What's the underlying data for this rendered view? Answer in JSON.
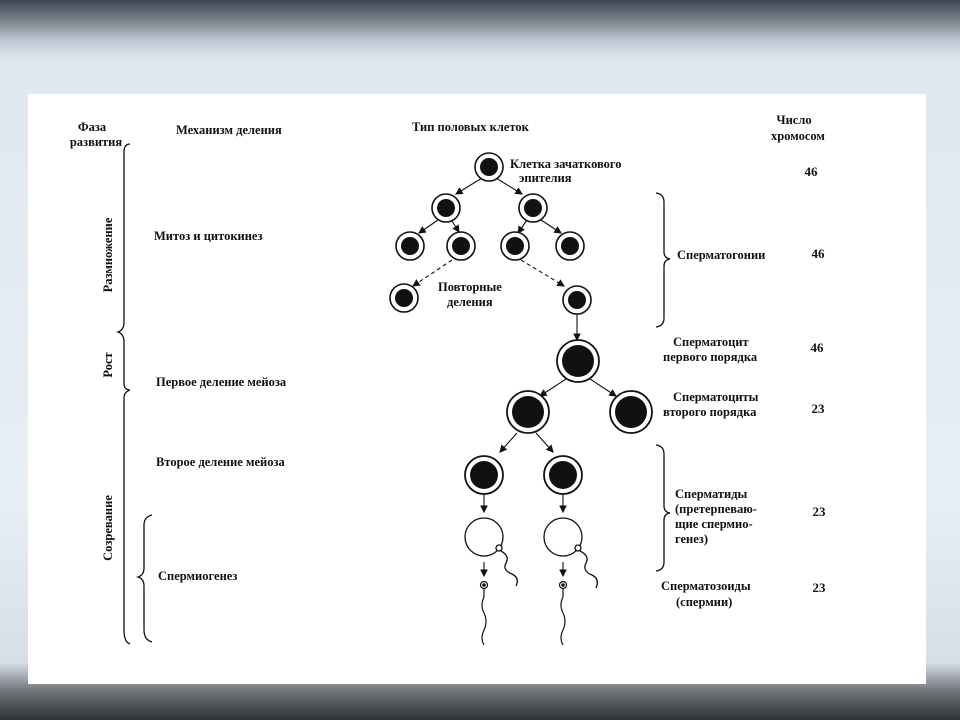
{
  "headers": {
    "phase_line1": "Фаза",
    "phase_line2": "развития",
    "mechanism": "Механизм деления",
    "cell_type": "Тип половых клеток",
    "chrom_line1": "Число",
    "chrom_line2": "хромосом"
  },
  "phases": {
    "reproduction": "Размножение",
    "growth": "Рост",
    "maturation": "Созревание"
  },
  "mechanisms": {
    "mitosis": "Митоз и цитокинез",
    "meiosis1": "Первое деление мейоза",
    "meiosis2": "Второе деление мейоза",
    "spermiogenesis": "Спермиогенез"
  },
  "cells": {
    "germ_epithelium_line1": "Клетка зачаткового",
    "germ_epithelium_line2": "эпителия",
    "repeated_line1": "Повторные",
    "repeated_line2": "деления",
    "spermatogonia": "Сперматогонии",
    "primary_line1": "Сперматоцит",
    "primary_line2": "первого порядка",
    "secondary_line1": "Сперматоциты",
    "secondary_line2": "второго порядка",
    "spermatids_line1": "Сперматиды",
    "spermatids_line2": "(претерпеваю-",
    "spermatids_line3": "щие спермио-",
    "spermatids_line4": "генез)",
    "sperm_line1": "Сперматозоиды",
    "sperm_line2": "(спермии)"
  },
  "chromosomes": {
    "epithelium": "46",
    "spermatogonia": "46",
    "primary": "46",
    "secondary": "23",
    "spermatids": "23",
    "sperm": "23"
  }
}
